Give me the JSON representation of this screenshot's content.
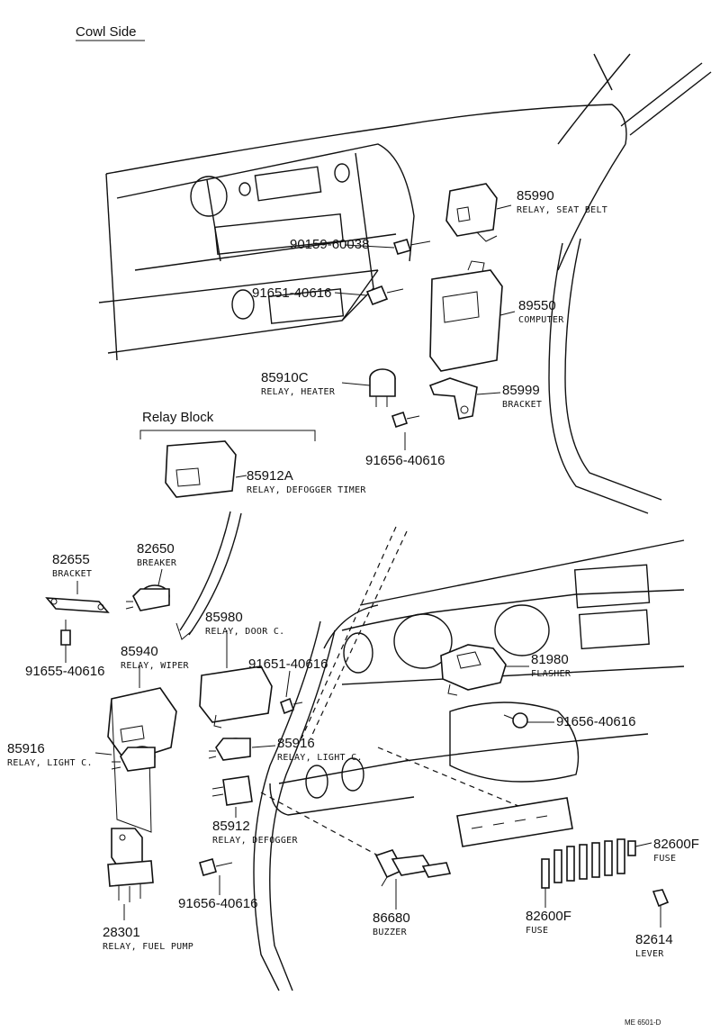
{
  "heading_cowl": "Cowl Side",
  "heading_relay_block": "Relay Block",
  "footer_code": "ME 6501-D",
  "parts": {
    "relay_seat_belt": {
      "number": "85990",
      "name": "RELAY, SEAT BELT"
    },
    "bolt_90159": {
      "number": "90159-60038"
    },
    "bolt_91651_upper": {
      "number": "91651-40616"
    },
    "computer": {
      "number": "89550",
      "name": "COMPUTER"
    },
    "relay_heater": {
      "number": "85910C",
      "name": "RELAY, HEATER"
    },
    "bracket_85999": {
      "number": "85999",
      "name": "BRACKET"
    },
    "bolt_91656_upper": {
      "number": "91656-40616"
    },
    "relay_defogger_timer": {
      "number": "85912A",
      "name": "RELAY, DEFOGGER TIMER"
    },
    "bracket_82655": {
      "number": "82655",
      "name": "BRACKET"
    },
    "breaker": {
      "number": "82650",
      "name": "BREAKER"
    },
    "bolt_91655": {
      "number": "91655-40616"
    },
    "relay_door": {
      "number": "85980",
      "name": "RELAY, DOOR C."
    },
    "relay_wiper": {
      "number": "85940",
      "name": "RELAY, WIPER"
    },
    "bolt_91651_lower": {
      "number": "91651-40616"
    },
    "flasher": {
      "number": "81980",
      "name": "FLASHER"
    },
    "bolt_91656_right": {
      "number": "91656-40616"
    },
    "relay_light_left": {
      "number": "85916",
      "name": "RELAY, LIGHT C."
    },
    "relay_light_mid": {
      "number": "85916",
      "name": "RELAY, LIGHT C."
    },
    "relay_defogger": {
      "number": "85912",
      "name": "RELAY, DEFOGGER"
    },
    "fuse_right": {
      "number": "82600F",
      "name": "FUSE"
    },
    "bolt_91656_lower": {
      "number": "91656-40616"
    },
    "buzzer": {
      "number": "86680",
      "name": "BUZZER"
    },
    "fuse_lower": {
      "number": "82600F",
      "name": "FUSE"
    },
    "relay_fuel_pump": {
      "number": "28301",
      "name": "RELAY, FUEL PUMP"
    },
    "lever": {
      "number": "82614",
      "name": "LEVER"
    }
  }
}
